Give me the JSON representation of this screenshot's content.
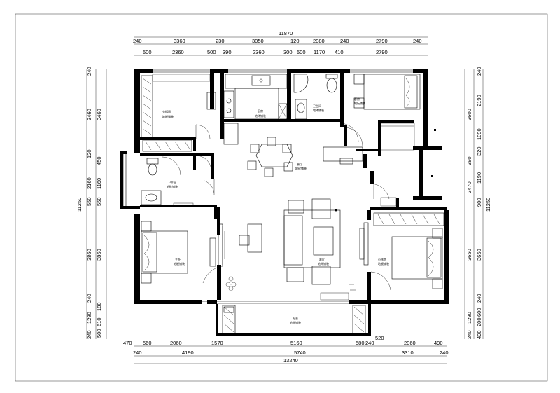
{
  "dimensions": {
    "top_total": "11870",
    "top_row1": [
      "240",
      "3360",
      "230",
      "3050",
      "120",
      "2080",
      "240",
      "2790",
      "240"
    ],
    "top_row2": [
      "500",
      "2360",
      "500",
      "390",
      "2360",
      "300",
      "500",
      "1170",
      "410",
      "2790"
    ],
    "bottom_row1": [
      "470",
      "560",
      "2060",
      "1570",
      "5160",
      "580",
      "240",
      "520",
      "2060",
      "490"
    ],
    "bottom_row2": [
      "240",
      "4190",
      "5740",
      "3310",
      "240"
    ],
    "bottom_total": "13240",
    "left_outer": [
      "240",
      "3460",
      "120",
      "2160",
      "550",
      "3860",
      "240",
      "1290",
      "240"
    ],
    "left_inner": [
      "3460",
      "450",
      "1160",
      "550",
      "3860",
      "180",
      "610",
      "500"
    ],
    "left_total": "11250",
    "right_inner": [
      "240",
      "2190",
      "1090",
      "320",
      "1190",
      "900",
      "3650",
      "240",
      "600",
      "200",
      "490"
    ],
    "right_outer": [
      "3600",
      "380",
      "2470",
      "3650",
      "1290",
      "240"
    ],
    "right_total": "11250"
  },
  "rooms": {
    "cloak": [
      "衣帽间",
      "地板铺装"
    ],
    "kitchen": [
      "厨房",
      "地砖铺装"
    ],
    "bath_top": [
      "卫生间",
      "地砖铺装"
    ],
    "guest": [
      "客房",
      "地板铺装"
    ],
    "dining": [
      "餐厅",
      "地砖铺装"
    ],
    "bath_left": [
      "卫生间",
      "地砖铺装"
    ],
    "master": [
      "主卧",
      "地板铺装"
    ],
    "living": [
      "客厅",
      "地砖铺装"
    ],
    "child": [
      "小孩房",
      "地板铺装"
    ],
    "balcony": [
      "阳台",
      "地砖铺装"
    ]
  }
}
